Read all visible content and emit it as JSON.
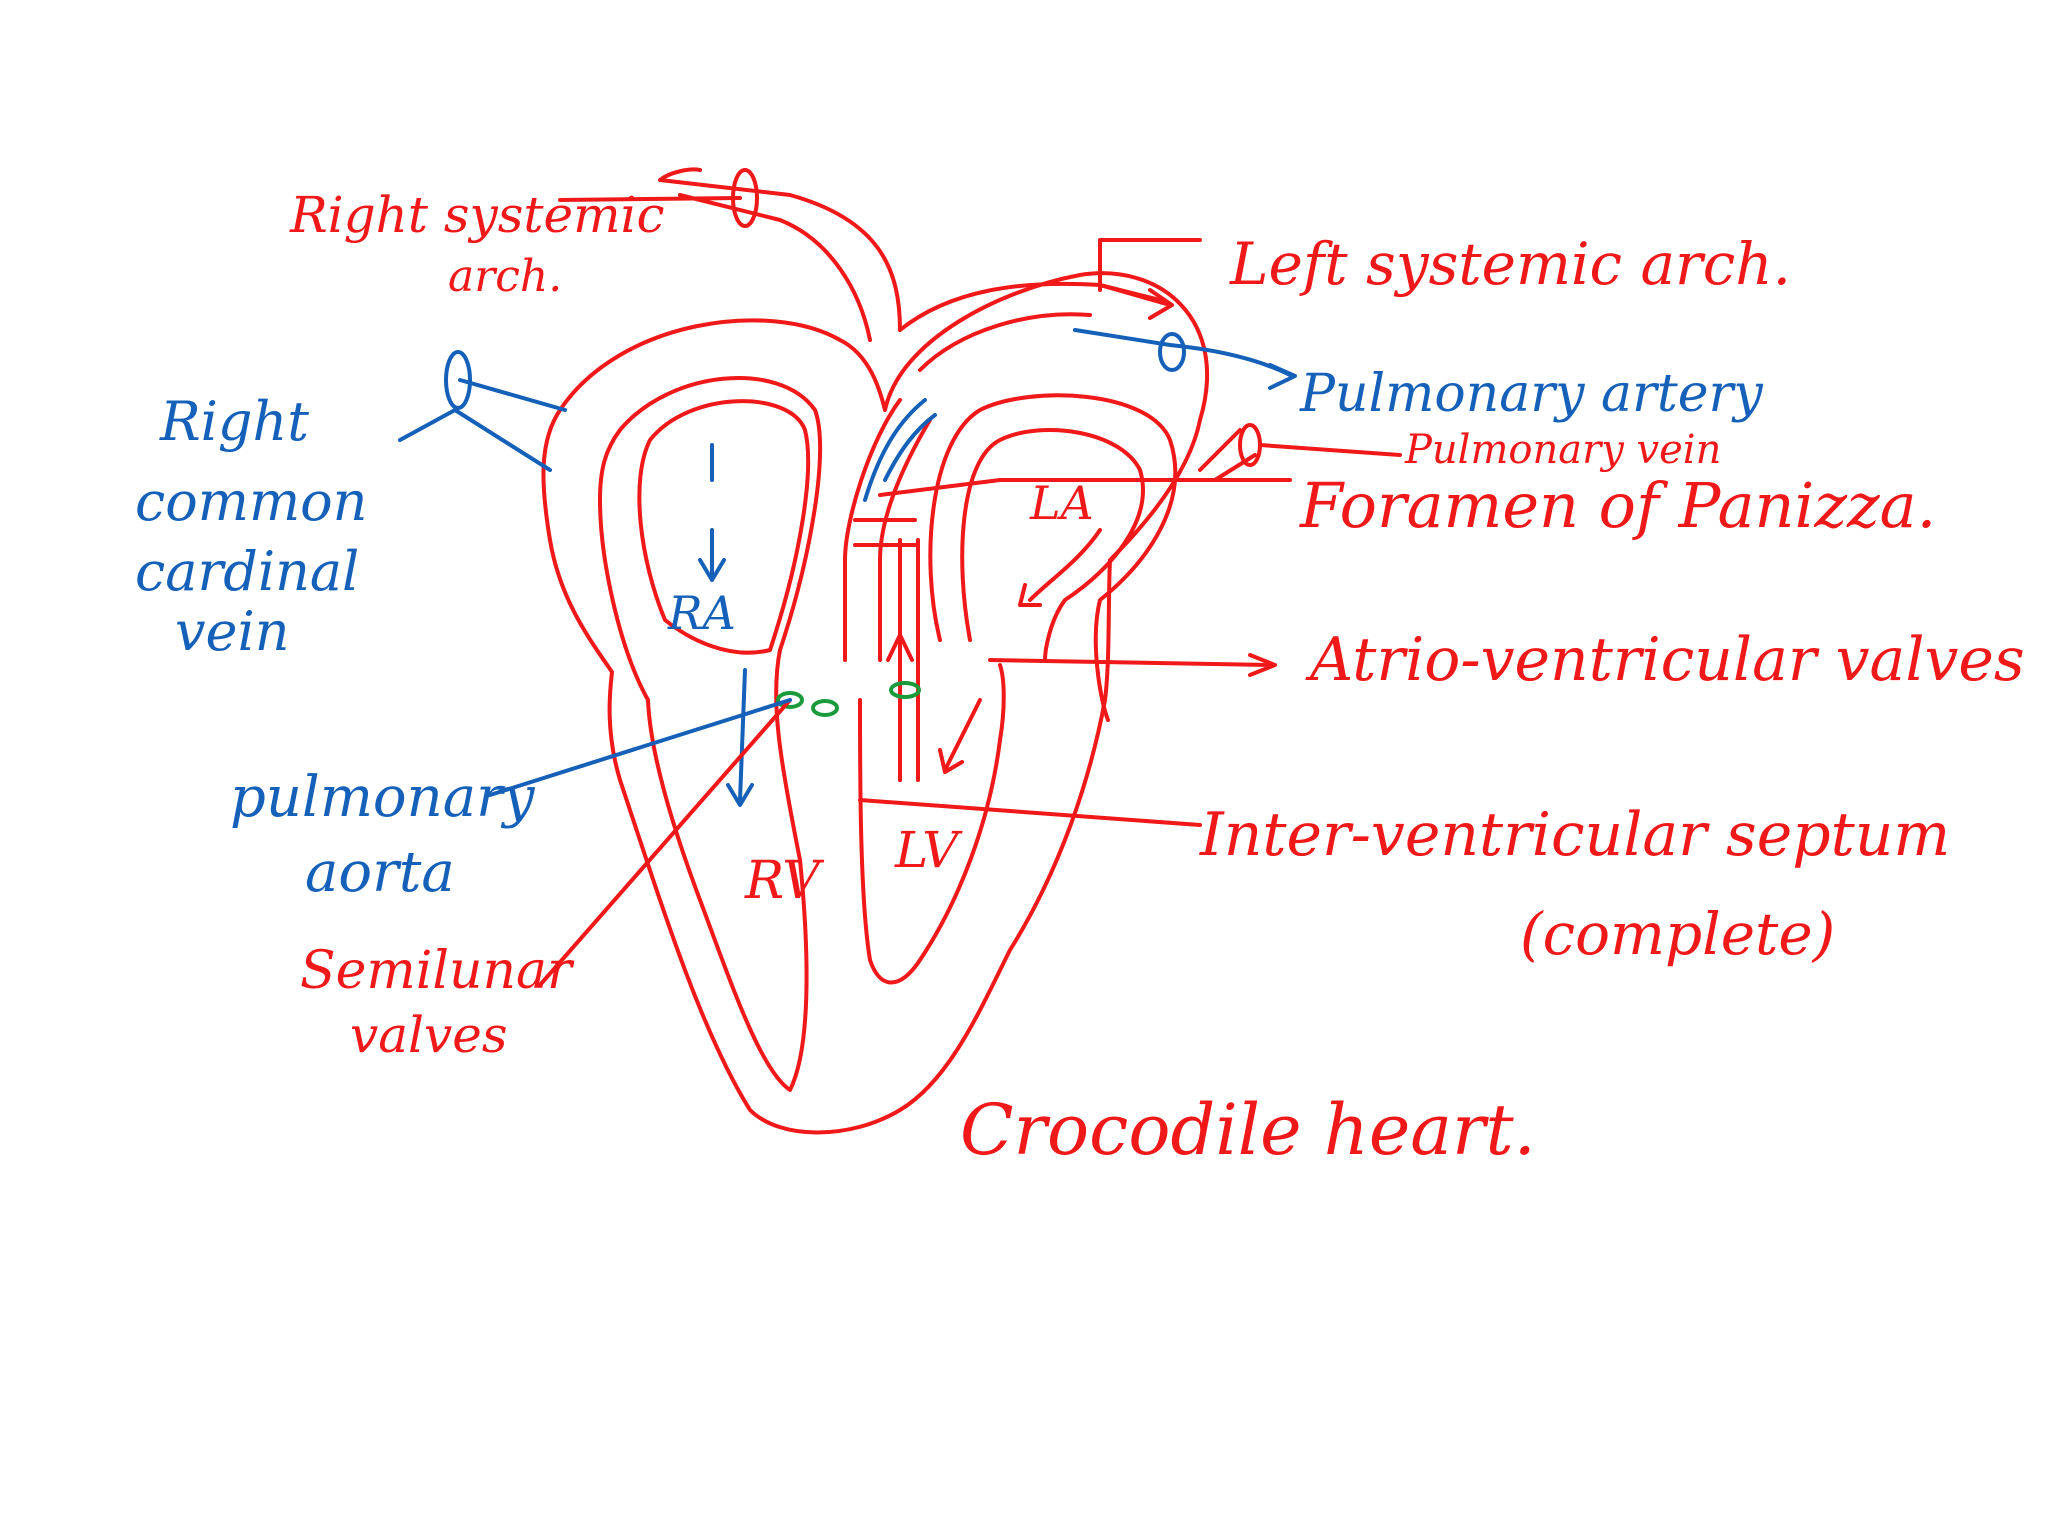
{
  "title": "Crocodile heart.",
  "colors": {
    "red": "#f01818",
    "blue": "#1560b8",
    "green": "#1a9a3a"
  },
  "labels": {
    "right_systemic_arch_1": "Right systemic",
    "right_systemic_arch_2": "arch.",
    "left_systemic_arch": "Left systemic arch.",
    "pulmonary_artery": "Pulmonary artery",
    "pulmonary_vein": "Pulmonary vein",
    "foramen_of_panizza": "Foramen of Panizza.",
    "right_common_cardinal_vein_1": "Right",
    "right_common_cardinal_vein_2": "common",
    "right_common_cardinal_vein_3": "cardinal",
    "right_common_cardinal_vein_4": "vein",
    "ra": "RA",
    "la": "LA",
    "rv": "RV",
    "lv": "LV",
    "atrio_ventricular_valves": "Atrio-ventricular valves",
    "pulmonary_aorta_1": "pulmonary",
    "pulmonary_aorta_2": "aorta",
    "semilunar_valves_1": "Semilunar",
    "semilunar_valves_2": "valves",
    "inter_ventricular_septum": "Inter-ventricular septum",
    "complete": "(complete)"
  }
}
